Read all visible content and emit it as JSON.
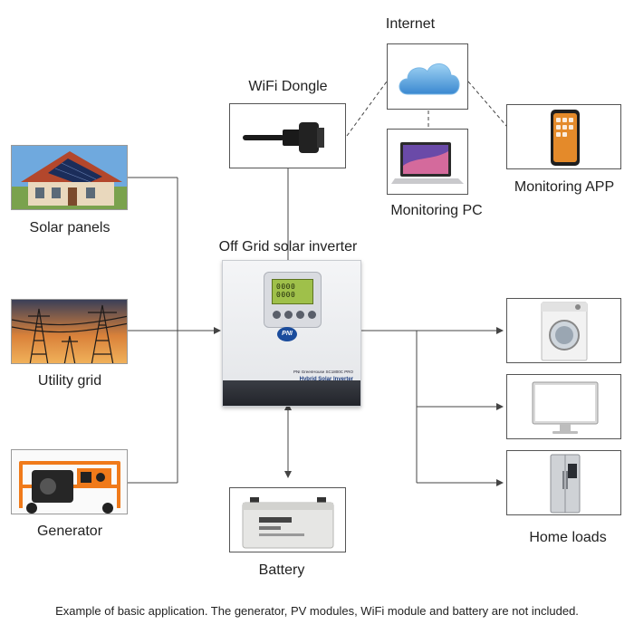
{
  "title": "Off Grid solar inverter",
  "inputs": [
    {
      "label": "Solar panels"
    },
    {
      "label": "Utility grid"
    },
    {
      "label": "Generator"
    }
  ],
  "wifi_dongle": {
    "label": "WiFi Dongle"
  },
  "internet": {
    "label": "Internet"
  },
  "monitoring_pc": {
    "label": "Monitoring PC"
  },
  "monitoring_app": {
    "label": "Monitoring APP"
  },
  "battery": {
    "label": "Battery"
  },
  "home_loads": {
    "label": "Home loads"
  },
  "inverter": {
    "lcd_text": "0000 0000",
    "logo": "PNI",
    "model_text": "PNI GreenHouse SC1800C PRO",
    "name_text": "Hybrid Solar Inverter"
  },
  "footer": "Example of basic application. The generator, PV modules, WiFi module and battery are not included.",
  "colors": {
    "line": "#444444",
    "box_border": "#555555",
    "generator_orange": "#f07a1a",
    "lcd_green": "#9fc04a",
    "pni_blue": "#1b4c9c"
  }
}
